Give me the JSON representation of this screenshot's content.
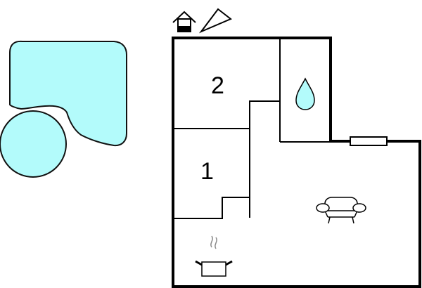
{
  "diagram": {
    "type": "floor-plan",
    "rooms": [
      {
        "id": "bedroom-2",
        "label": "2"
      },
      {
        "id": "bedroom-1",
        "label": "1"
      },
      {
        "id": "bathroom",
        "icon": "water-drop-icon"
      },
      {
        "id": "living-room",
        "icon": "armchair-icon"
      },
      {
        "id": "kitchen",
        "icon": "cooking-pot-icon"
      }
    ],
    "outdoor": {
      "pool_icon": "pool-shape",
      "hot_tub_icon": "round-pool-shape"
    },
    "legend_icons": [
      "house-icon",
      "compass-north-icon"
    ],
    "colors": {
      "water": "#b3fbfb",
      "wall": "#000000",
      "background": "#ffffff",
      "steam": "#888888"
    }
  }
}
